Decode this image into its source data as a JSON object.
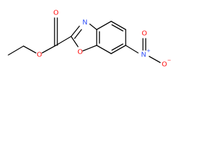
{
  "molecule": {
    "colors": {
      "bond": "#000000",
      "carbon_label": "#000000",
      "oxygen": "#ff0d0d",
      "nitrogen": "#3050f8"
    },
    "atoms": {
      "o_ester_double": "O",
      "o_ester_single": "O",
      "n_ring": "N",
      "o_ring": "O",
      "n_nitro": "N",
      "n_nitro_charge": "+",
      "o_nitro_top": "O",
      "o_nitro_bottom": "O",
      "o_nitro_charge": "−"
    }
  }
}
